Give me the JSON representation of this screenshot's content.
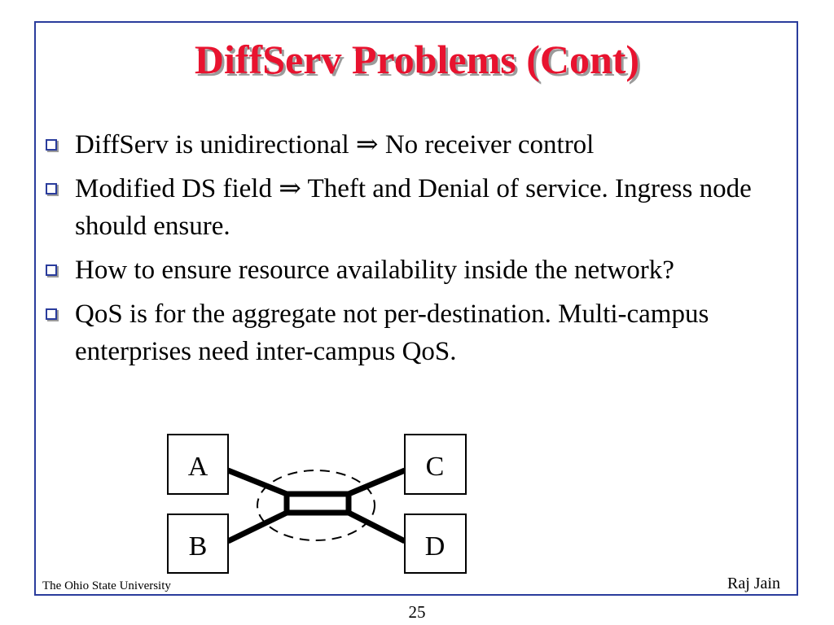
{
  "slide": {
    "title": "DiffServ Problems (Cont)",
    "bullets": [
      {
        "text_before": "DiffServ is unidirectional ",
        "arrow": "⇒",
        "text_after": " No receiver control"
      },
      {
        "text_before": "Modified DS field ",
        "arrow": "⇒",
        "text_after": " Theft and Denial of service. Ingress node should ensure."
      },
      {
        "text_before": "How to ensure resource availability inside the network?",
        "arrow": "",
        "text_after": ""
      },
      {
        "text_before": "QoS is for the aggregate not per-destination. Multi-campus enterprises need inter-campus QoS.",
        "arrow": "",
        "text_after": ""
      }
    ],
    "bullet_icon": "checkbox-bullet-icon",
    "diagram": {
      "nodes": [
        "A",
        "B",
        "C",
        "D"
      ]
    },
    "footer": {
      "institution": "The Ohio State University",
      "author": "Raj Jain",
      "page_number": "25"
    },
    "colors": {
      "title": "#e8132f",
      "frame": "#2a3c9c",
      "title_shadow": "#9b9b9b"
    }
  }
}
